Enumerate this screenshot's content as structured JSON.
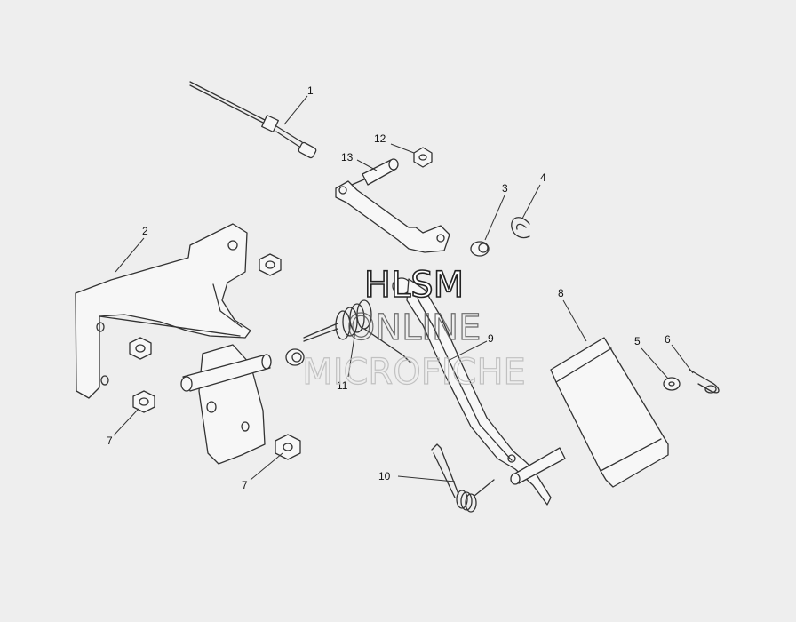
{
  "callouts": [
    {
      "id": "c1",
      "label": "1"
    },
    {
      "id": "c2",
      "label": "2"
    },
    {
      "id": "c3",
      "label": "3"
    },
    {
      "id": "c4",
      "label": "4"
    },
    {
      "id": "c5",
      "label": "5"
    },
    {
      "id": "c6",
      "label": "6"
    },
    {
      "id": "c7a",
      "label": "7"
    },
    {
      "id": "c7b",
      "label": "7"
    },
    {
      "id": "c8",
      "label": "8"
    },
    {
      "id": "c9",
      "label": "9"
    },
    {
      "id": "c10",
      "label": "10"
    },
    {
      "id": "c11",
      "label": "11"
    },
    {
      "id": "c12",
      "label": "12"
    },
    {
      "id": "c13",
      "label": "13"
    }
  ],
  "watermark": {
    "line1": "HLSM",
    "line2": "ONLINE",
    "line3": "MICROFICHE"
  }
}
